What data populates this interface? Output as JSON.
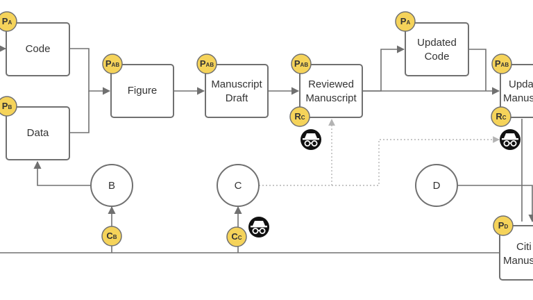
{
  "nodes": {
    "code": "Code",
    "data": "Data",
    "figure": "Figure",
    "manuscript_draft": [
      "Manuscript",
      "Draft"
    ],
    "reviewed_manuscript": [
      "Reviewed",
      "Manuscript"
    ],
    "updated_code": [
      "Updated",
      "Code"
    ],
    "updated_manuscript": [
      "Upda",
      "Manus"
    ],
    "cited_manuscript": [
      "Citi",
      "Manus"
    ],
    "b": "B",
    "c": "C",
    "d": "D"
  },
  "badges": {
    "code": {
      "main": "P",
      "sub": "A"
    },
    "data": {
      "main": "P",
      "sub": "B"
    },
    "figure": {
      "main": "P",
      "sub": "AB"
    },
    "manuscript_draft": {
      "main": "P",
      "sub": "AB"
    },
    "reviewed_p": {
      "main": "P",
      "sub": "AB"
    },
    "reviewed_r": {
      "main": "R",
      "sub": "C"
    },
    "updated_code": {
      "main": "P",
      "sub": "A"
    },
    "updated_ms_p": {
      "main": "P",
      "sub": "AB"
    },
    "updated_ms_r": {
      "main": "R",
      "sub": "C"
    },
    "cited_p": {
      "main": "P",
      "sub": "D"
    },
    "cb": {
      "main": "C",
      "sub": "B"
    },
    "cc": {
      "main": "C",
      "sub": "C"
    }
  },
  "icons": [
    "incognito-icon",
    "incognito-icon",
    "incognito-icon"
  ],
  "colors": {
    "badge": "#f5d35a",
    "stroke": "#707070",
    "dotted": "#b3b3b3",
    "icon": "#111111"
  }
}
